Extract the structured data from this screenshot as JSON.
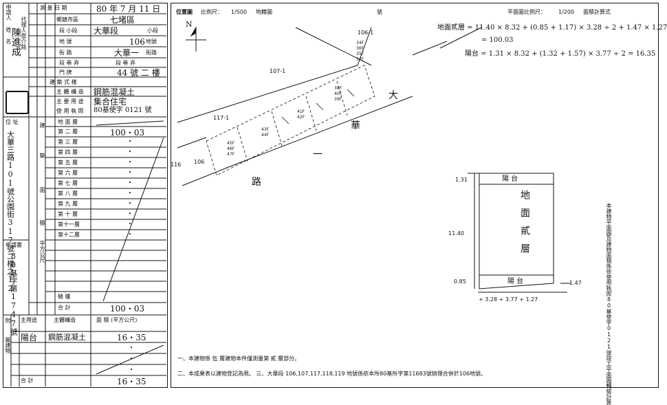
{
  "header": {
    "survey_date": "80 年 7 月 11 日",
    "survey_date_label": "測 量 日 期",
    "owner_label": "申請人 姓 名",
    "owner_name": "陳進成",
    "seal_owner_name": "代理人詹介銘",
    "area_label": "鄉鎮市區",
    "area_value": "七堵區",
    "section_label": "段 小段",
    "section_value": "大華段",
    "section_suffix": "小段",
    "lot_label": "地 號",
    "lot_value": "106",
    "lot_suffix": "地號",
    "street_label": "街 路",
    "street_value": "大華一",
    "street_suffix": "街路",
    "alley_label": "段 巷 弄",
    "alley_value": "段 巷 弄",
    "door_label": "門 牌",
    "door_value": "44 號 二 樓",
    "structure_title": "建 築 式 樣",
    "main_structure_label": "主 體 構 造",
    "main_structure_value": "鋼筋混凝土",
    "main_use_label": "主 要 用 途",
    "main_use_value": "集合住宅",
    "permit_label": "使 用 執 照",
    "permit_value": "80基使字 0121 號",
    "location_label": "位 址",
    "location_value": "大華三路101號公園街317號二樓之12",
    "applicant_number_label": "申請書",
    "applicant_number_value": "80基字第1747號"
  },
  "floors": {
    "ground_label": "地 面 層",
    "rows": [
      {
        "label": "第 二 層",
        "value": "100・03"
      },
      {
        "label": "第 三 層",
        "value": "・"
      },
      {
        "label": "第 四 層",
        "value": "・"
      },
      {
        "label": "第 五 層",
        "value": "・"
      },
      {
        "label": "第 六 層",
        "value": "・"
      },
      {
        "label": "第 七 層",
        "value": "・"
      },
      {
        "label": "第 八 層",
        "value": "・"
      },
      {
        "label": "第 九 層",
        "value": "・"
      },
      {
        "label": "第 十 層",
        "value": "・"
      },
      {
        "label": "第十一層",
        "value": "・"
      },
      {
        "label": "第十二層",
        "value": "・"
      }
    ],
    "building_side_label": "建",
    "building_side_label2": "築",
    "building_side_label3": "面",
    "building_side_label4": "積",
    "unit_label": "平方公尺",
    "roof_label": "騎 樓",
    "total_label": "合 計",
    "total_value": "100・03"
  },
  "annex": {
    "title": "附",
    "use_label": "主用途",
    "struct_label": "主體構造",
    "area_label": "面 積 (平方公尺)",
    "rows": [
      {
        "use": "陽台",
        "struct": "鋼筋混凝土",
        "area": "16・35"
      },
      {
        "use": "",
        "struct": "",
        "area": "・"
      },
      {
        "use": "",
        "struct": "",
        "area": "・"
      },
      {
        "use": "",
        "struct": "",
        "area": "・"
      }
    ],
    "side_label": "屬建物",
    "total_label": "合 計",
    "total_value": "16・35"
  },
  "plan": {
    "location_title": "位置圖",
    "scale_label": "比例尺：",
    "scale_value": "1/500",
    "scale_suffix": "地籍圖",
    "number_label": "號",
    "plan_scale_title": "平面圖比例尺：",
    "plan_scale_value": "1/200",
    "area_calc_title": "面積計算式",
    "calc_line1": "地面貳層 = 11.40 × 8.32 + (0.85 + 1.17) × 3.28 ÷ 2 + 1.47 × 1.27",
    "calc_line2": "= 100.03",
    "calc_line3": "陽台 = 1.31 × 8.32 + (1.32 + 1.57) × 3.77 ÷ 2 = 16.35",
    "north": "N",
    "road_labels": [
      "大",
      "華",
      "一",
      "路"
    ],
    "parcel_numbers": [
      "106-1",
      "107-1",
      "117-1",
      "116",
      "106"
    ],
    "floor_plan_title": "地面貳層",
    "balcony_top": "陽 台",
    "balcony_bottom": "陽 台",
    "dim_left_top": "1.31",
    "dim_left_mid": "11.40",
    "dim_left_bottom": "0.85",
    "dim_right_bottom": "1.47",
    "dim_bottom": "+ 3.28 + 3.77 + 1.27",
    "side_note": "本建物平面圖及建物面積係依使用執照80基使字0121號竣工平面圖轉繪計算",
    "note1": "一、本建物係 伍 層建物本件僅測量第 貳 層部分。",
    "note2": "二、本成果表以建物登記為限。 三、大華段 106,107,117,118,119 地號係依本所80基所字第11683號辦理合併於106地號。",
    "unit_numbers": [
      "34F",
      "36F",
      "35F",
      "37F",
      "38F",
      "40F",
      "39F",
      "41F",
      "42F",
      "43F",
      "44F",
      "45F",
      "46F",
      "47F"
    ]
  }
}
